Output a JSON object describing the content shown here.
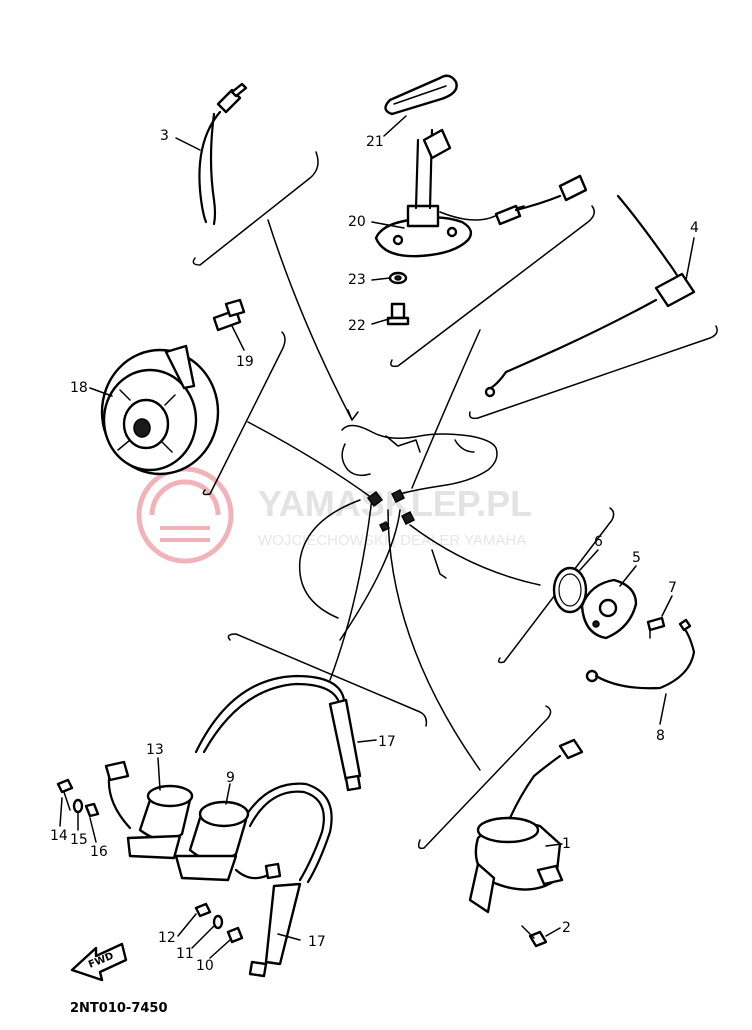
{
  "watermark": {
    "brand": "YAMASKLEP.PL",
    "tagline": "WOJCIECHOWSKI | DEALER YAMAHA",
    "logo_color": "#f2b3b8"
  },
  "direction_arrow": "FWD",
  "figure_code": "2NT010-7450",
  "callouts": {
    "c1": "1",
    "c2": "2",
    "c3": "3",
    "c4": "4",
    "c5": "5",
    "c6": "6",
    "c7": "7",
    "c8": "8",
    "c9": "9",
    "c10": "10",
    "c11": "11",
    "c12": "12",
    "c13": "13",
    "c14": "14",
    "c15": "15",
    "c16": "16",
    "c17a": "17",
    "c17b": "17",
    "c18": "18",
    "c19": "19",
    "c20": "20",
    "c21": "21",
    "c22": "22",
    "c23": "23"
  }
}
